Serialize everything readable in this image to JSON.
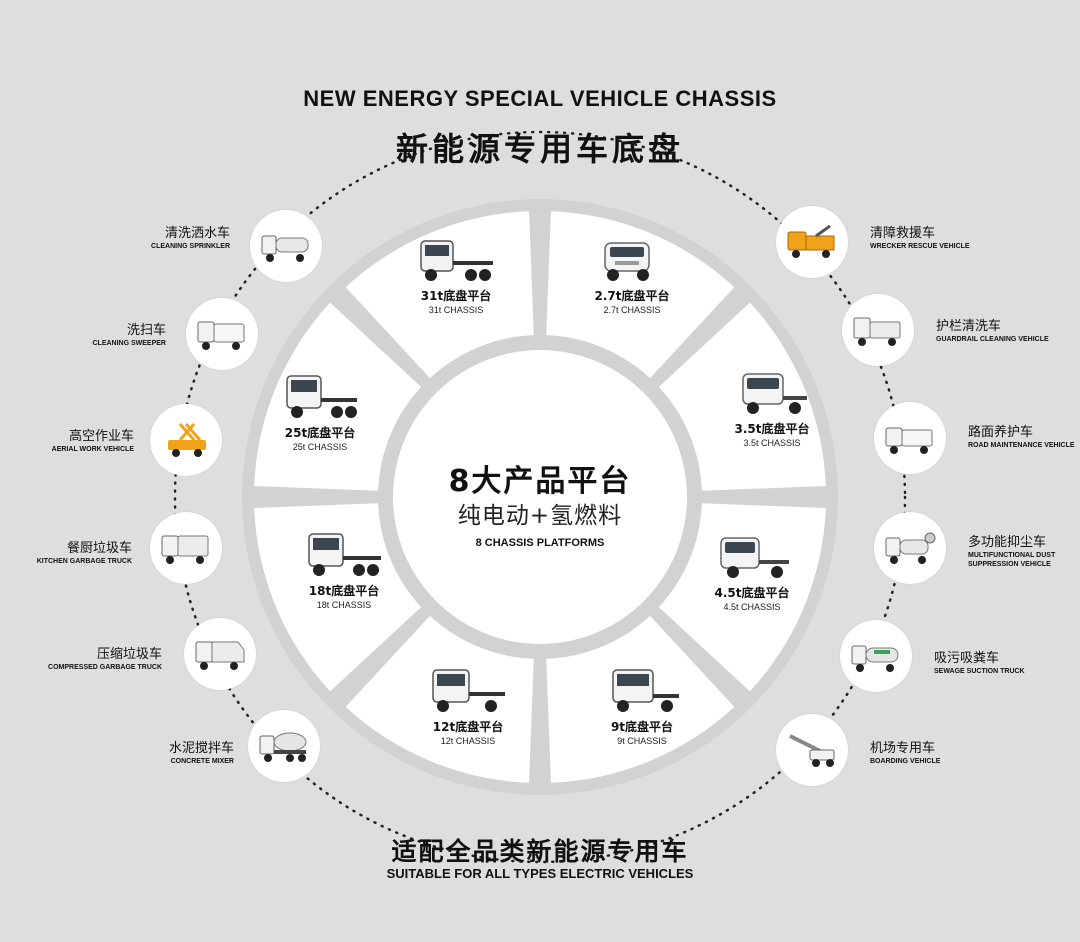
{
  "header": {
    "title_en": "NEW ENERGY SPECIAL VEHICLE CHASSIS",
    "title_cn": "新能源专用车底盘"
  },
  "center": {
    "title_cn": "8大产品平台",
    "subtitle_cn": "纯电动+氢燃料",
    "label_en": "8 CHASSIS PLATFORMS"
  },
  "platforms": [
    {
      "cn": "31t底盘平台",
      "en": "31t CHASSIS",
      "icon": "heavy-truck-chassis-icon"
    },
    {
      "cn": "2.7t底盘平台",
      "en": "2.7t CHASSIS",
      "icon": "mini-truck-chassis-icon"
    },
    {
      "cn": "3.5t底盘平台",
      "en": "3.5t CHASSIS",
      "icon": "light-truck-chassis-icon"
    },
    {
      "cn": "4.5t底盘平台",
      "en": "4.5t CHASSIS",
      "icon": "light-truck-chassis-icon"
    },
    {
      "cn": "9t底盘平台",
      "en": "9t CHASSIS",
      "icon": "medium-truck-chassis-icon"
    },
    {
      "cn": "12t底盘平台",
      "en": "12t CHASSIS",
      "icon": "medium-truck-chassis-icon"
    },
    {
      "cn": "18t底盘平台",
      "en": "18t CHASSIS",
      "icon": "heavy-truck-chassis-icon"
    },
    {
      "cn": "25t底盘平台",
      "en": "25t CHASSIS",
      "icon": "heavy-truck-chassis-icon"
    }
  ],
  "left_vehicles": [
    {
      "cn": "清洗洒水车",
      "en": "CLEANING SPRINKLER",
      "icon": "sprinkler-truck-icon"
    },
    {
      "cn": "洗扫车",
      "en": "CLEANING SWEEPER",
      "icon": "sweeper-truck-icon"
    },
    {
      "cn": "高空作业车",
      "en": "AERIAL WORK VEHICLE",
      "icon": "aerial-work-truck-icon"
    },
    {
      "cn": "餐厨垃圾车",
      "en": "KITCHEN GARBAGE TRUCK",
      "icon": "garbage-truck-icon"
    },
    {
      "cn": "压缩垃圾车",
      "en": "COMPRESSED GARBAGE TRUCK",
      "icon": "compactor-truck-icon"
    },
    {
      "cn": "水泥搅拌车",
      "en": "CONCRETE MIXER",
      "icon": "concrete-mixer-icon"
    }
  ],
  "right_vehicles": [
    {
      "cn": "清障救援车",
      "en": "WRECKER RESCUE VEHICLE",
      "icon": "wrecker-truck-icon"
    },
    {
      "cn": "护栏清洗车",
      "en": "GUARDRAIL CLEANING VEHICLE",
      "icon": "guardrail-cleaner-icon"
    },
    {
      "cn": "路面养护车",
      "en": "ROAD MAINTENANCE VEHICLE",
      "icon": "road-maintenance-truck-icon"
    },
    {
      "cn": "多功能抑尘车",
      "en": "MULTIFUNCTIONAL DUST SUPPRESSION VEHICLE",
      "icon": "dust-suppression-truck-icon"
    },
    {
      "cn": "吸污吸粪车",
      "en": "SEWAGE SUCTION TRUCK",
      "icon": "sewage-suction-truck-icon"
    },
    {
      "cn": "机场专用车",
      "en": "BOARDING VEHICLE",
      "icon": "boarding-vehicle-icon"
    }
  ],
  "footer": {
    "title_cn": "适配全品类新能源专用车",
    "title_en": "SUITABLE FOR ALL TYPES ELECTRIC VEHICLES"
  },
  "colors": {
    "background": "#dedede",
    "ring_gray": "#d2d2d2",
    "segment_white": "#ffffff",
    "accent_orange": "#f0a21a"
  }
}
